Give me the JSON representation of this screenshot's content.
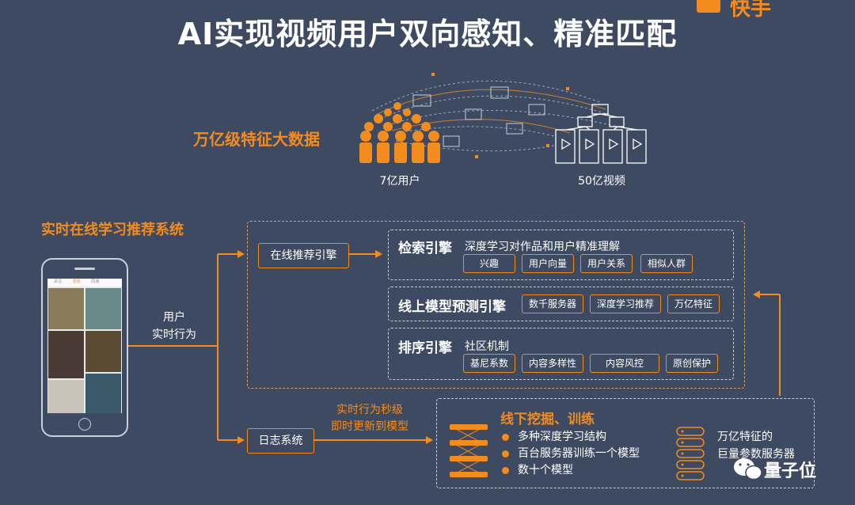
{
  "header": {
    "title": "AI实现视频用户双向感知、精准匹配",
    "brand": "快手"
  },
  "top": {
    "big_data_label": "万亿级特征大数据",
    "users_label": "7亿用户",
    "videos_label": "50亿视频"
  },
  "left": {
    "system_title": "实时在线学习推荐系统",
    "user_behavior_line1": "用户",
    "user_behavior_line2": "实时行为"
  },
  "phone": {
    "tabs": [
      "关注",
      "发现",
      "同城"
    ]
  },
  "online": {
    "engine_label": "在线推荐引擎",
    "search": {
      "title": "检索引擎",
      "desc": "深度学习对作品和用户精准理解",
      "tags": [
        "兴趣",
        "用户向量",
        "用户关系",
        "相似人群"
      ]
    },
    "predict": {
      "title": "线上模型预测引擎",
      "tags": [
        "数千服务器",
        "深度学习推荐",
        "万亿特征"
      ]
    },
    "rank": {
      "title": "排序引擎",
      "desc": "社区机制",
      "tags": [
        "基尼系数",
        "内容多样性",
        "内容风控",
        "原创保护"
      ]
    }
  },
  "log": {
    "label": "日志系统",
    "update_line1": "实时行为秒级",
    "update_line2": "即时更新到模型"
  },
  "offline": {
    "title": "线下挖掘、训练",
    "bullets": [
      "多种深度学习结构",
      "百台服务器训练一个模型",
      "数十个模型"
    ],
    "server_line1": "万亿特征的",
    "server_line2": "巨量参数服务器"
  },
  "watermark": {
    "name": "量子位"
  },
  "colors": {
    "accent": "#f28c1e",
    "background": "#3d4a62"
  }
}
